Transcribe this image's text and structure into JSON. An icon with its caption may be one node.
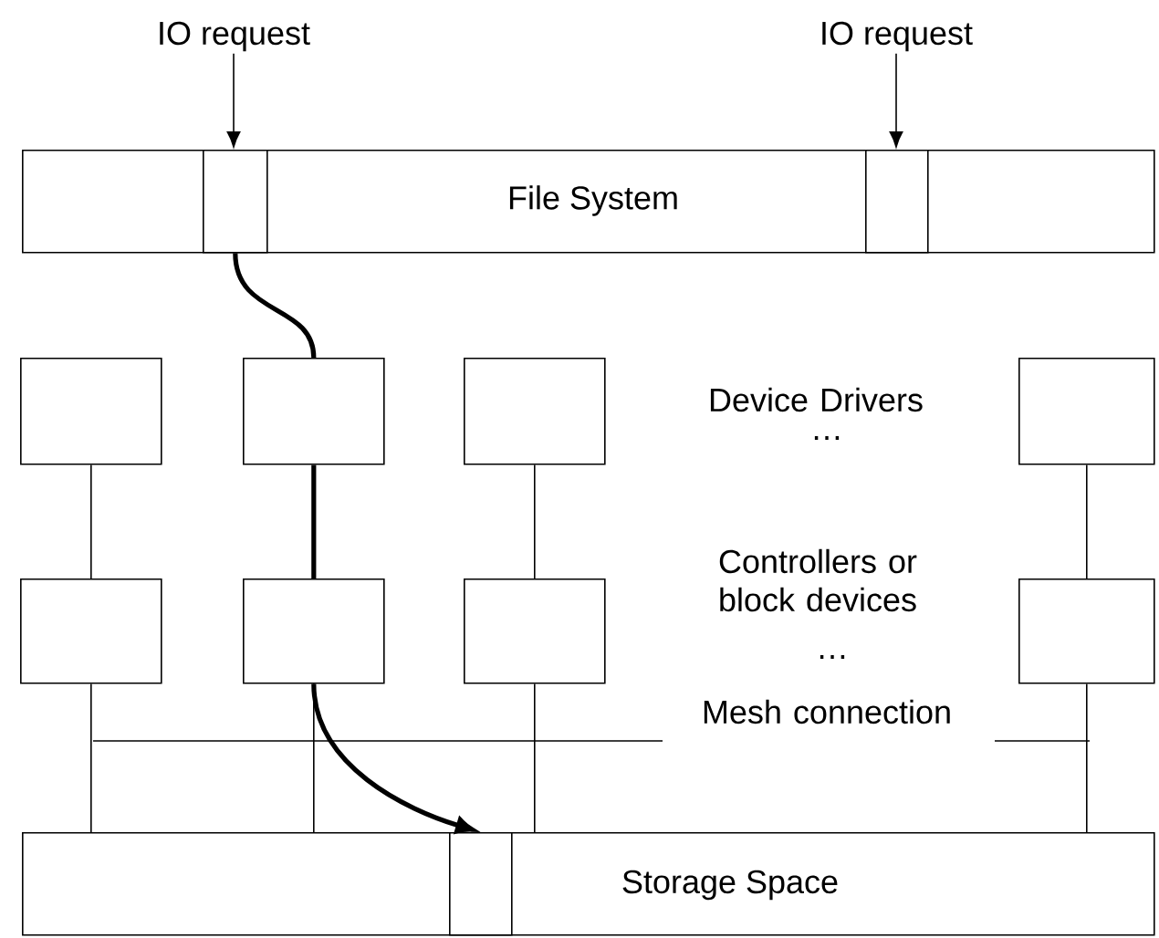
{
  "diagram": {
    "nodes": [
      {
        "text": [
          "IO request"
        ]
      },
      {
        "text": [
          "IO request"
        ]
      },
      {
        "text": [
          "File System"
        ]
      },
      {
        "text": [],
        "shape": "box",
        "in": 2
      },
      {
        "text": [],
        "shape": "box",
        "in": 2
      },
      {
        "text": [],
        "shape": "box"
      },
      {
        "text": [],
        "shape": "box"
      },
      {
        "text": [],
        "shape": "box"
      },
      {
        "text": [],
        "shape": "box"
      },
      {
        "text": [],
        "shape": "box"
      },
      {
        "text": [],
        "shape": "box"
      },
      {
        "text": [],
        "shape": "box"
      },
      {
        "text": [],
        "shape": "box"
      },
      {
        "text": [
          "Storage Space"
        ]
      },
      {
        "text": [],
        "shape": "box",
        "in": 13
      }
    ],
    "edges": [
      {
        "from": 0,
        "to": 3,
        "arrow": "to"
      },
      {
        "from": 1,
        "to": 4,
        "arrow": "to"
      },
      {
        "from": 3,
        "to": 6,
        "arrow": "none",
        "style": "thick"
      },
      {
        "from": 5,
        "to": 9,
        "arrow": "none"
      },
      {
        "from": 6,
        "to": 10,
        "arrow": "none",
        "style": "thick"
      },
      {
        "from": 7,
        "to": 11,
        "arrow": "none"
      },
      {
        "from": 8,
        "to": 12,
        "arrow": "none"
      },
      {
        "from": 10,
        "to": 14,
        "arrow": "to",
        "style": "thick"
      },
      {
        "from": 9,
        "to": 13,
        "arrow": "none"
      },
      {
        "from": 10,
        "to": 13,
        "arrow": "none"
      },
      {
        "from": 11,
        "to": 13,
        "arrow": "none"
      },
      {
        "from": 12,
        "to": 13,
        "arrow": "none"
      }
    ],
    "labels": [
      "Device Drivers",
      "…",
      "Controllers or block devices",
      "…",
      "Mesh connection"
    ]
  }
}
